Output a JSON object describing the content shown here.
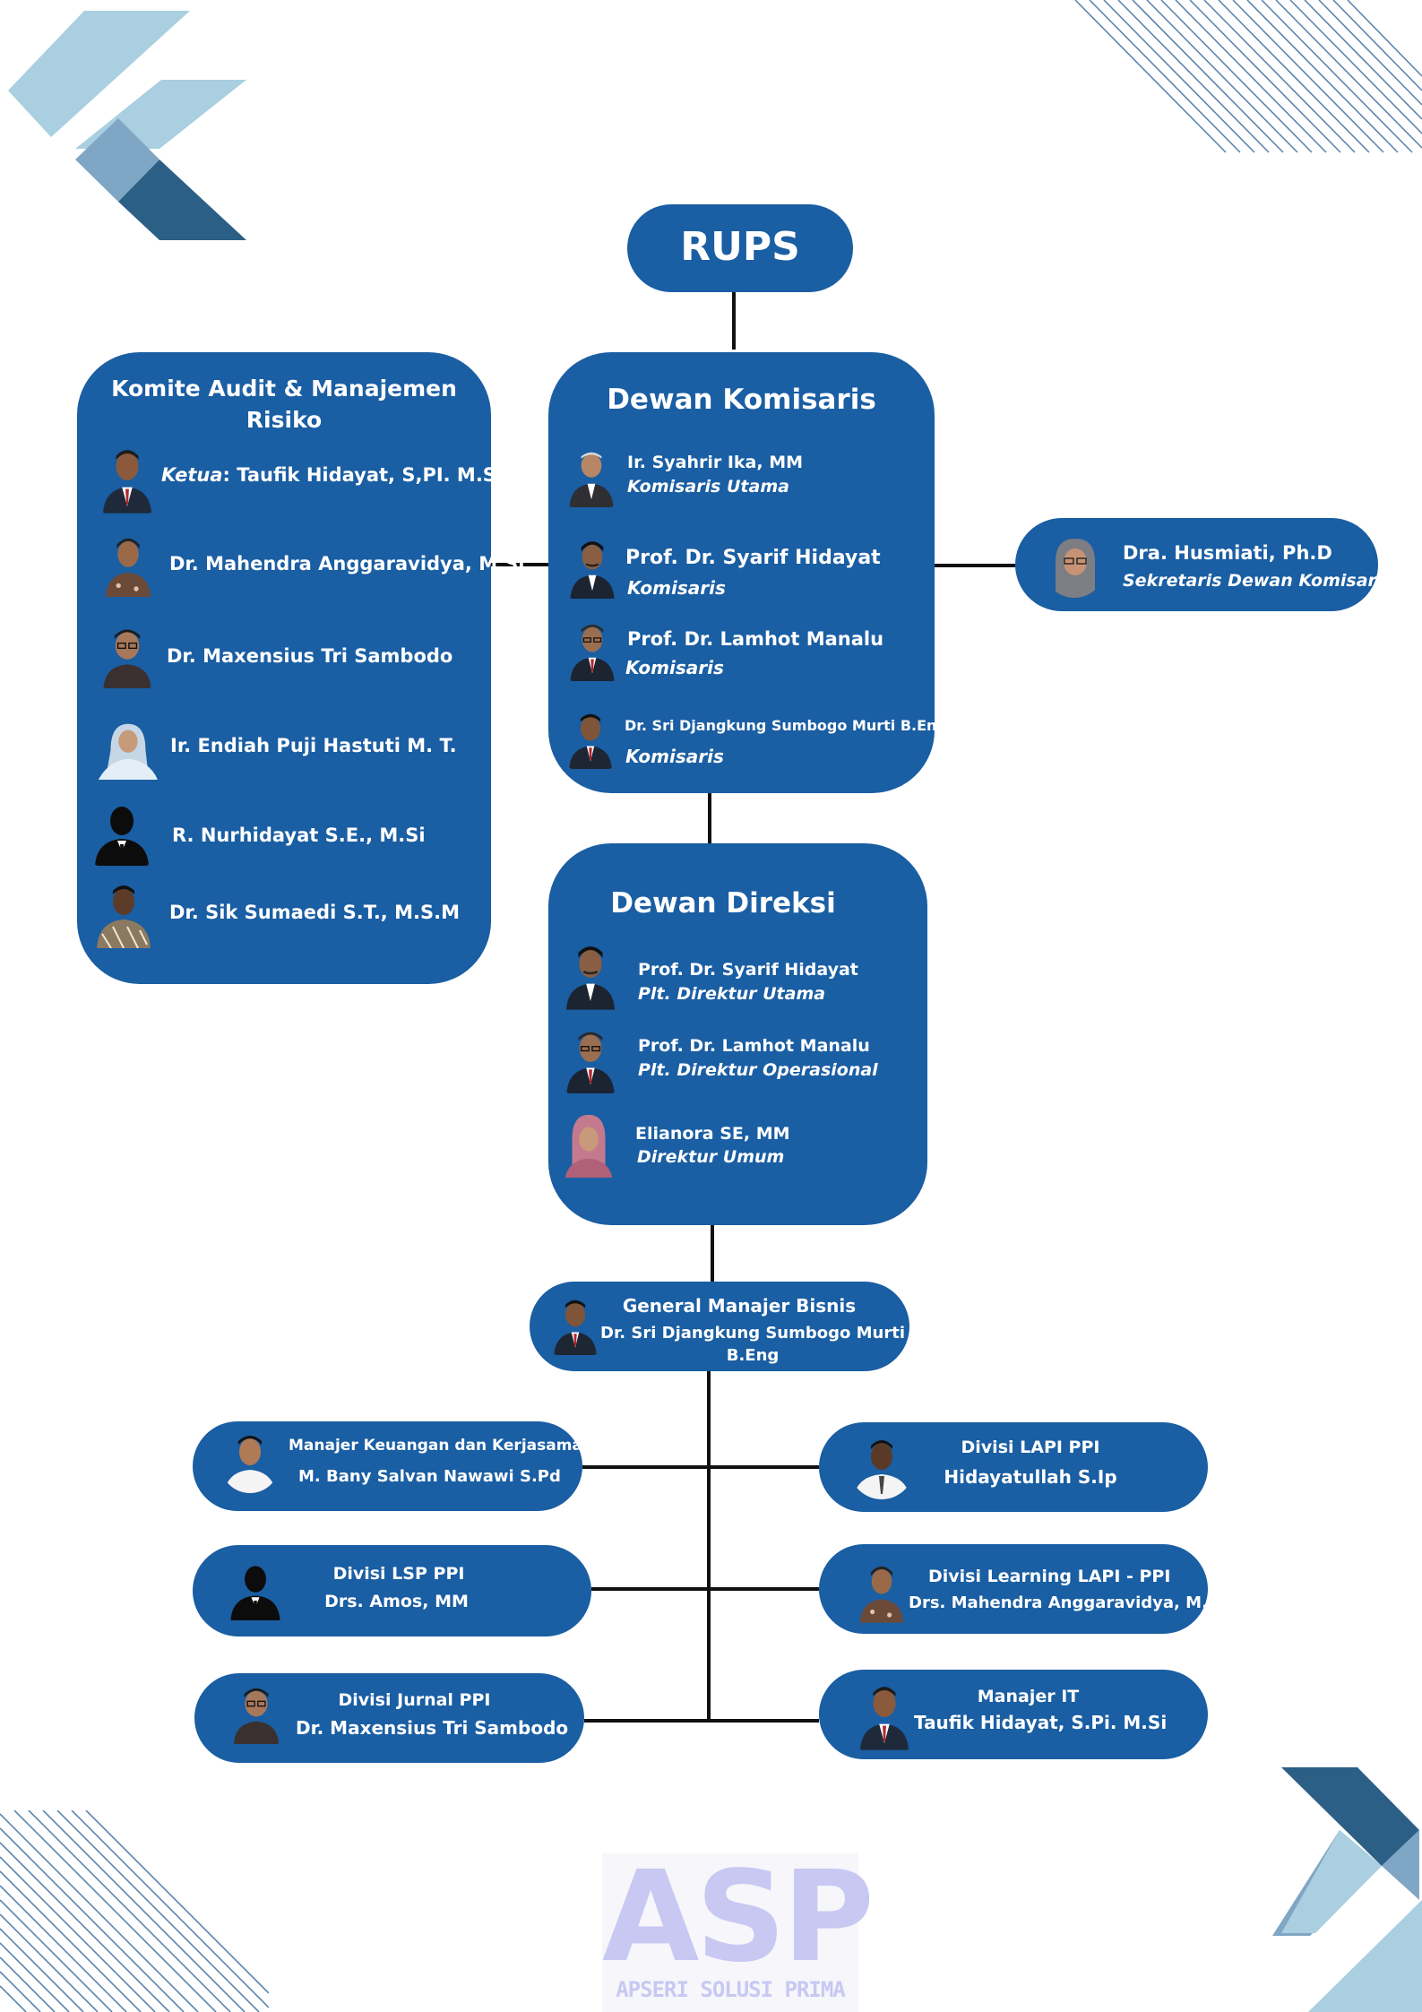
{
  "colors": {
    "panel": "#1a5ea3",
    "connector": "#111111",
    "deco_light": "#a9cfe0",
    "deco_mid": "#7fa6c4",
    "deco_dark": "#2c5f86",
    "logo": "#c8c8f3"
  },
  "rups": {
    "title": "RUPS"
  },
  "komite": {
    "title_line1": "Komite Audit & Manajemen",
    "title_line2": "Risiko",
    "chair_prefix": "Ketua",
    "members": [
      {
        "name": ": Taufik Hidayat, S,PI. M.Si",
        "avatar": "portrait-photo-icon"
      },
      {
        "name": "Dr. Mahendra Anggaravidya, M.Si",
        "avatar": "portrait-photo-icon"
      },
      {
        "name": "Dr. Maxensius Tri Sambodo",
        "avatar": "portrait-photo-icon"
      },
      {
        "name": "Ir. Endiah Puji Hastuti M. T.",
        "avatar": "portrait-photo-icon"
      },
      {
        "name": "R. Nurhidayat S.E., M.Si",
        "avatar": "person-silhouette-icon"
      },
      {
        "name": "Dr. Sik Sumaedi S.T., M.S.M",
        "avatar": "portrait-photo-icon"
      }
    ]
  },
  "komisaris": {
    "title": "Dewan Komisaris",
    "members": [
      {
        "name": "Ir. Syahrir Ika, MM",
        "role": "Komisaris Utama"
      },
      {
        "name": "Prof. Dr. Syarif Hidayat",
        "role": "Komisaris"
      },
      {
        "name": "Prof. Dr. Lamhot Manalu",
        "role": "Komisaris"
      },
      {
        "name": "Dr. Sri Djangkung Sumbogo Murti B.Eng",
        "role": "Komisaris"
      }
    ]
  },
  "sekretaris": {
    "name": "Dra. Husmiati, Ph.D",
    "role": "Sekretaris Dewan Komisaris"
  },
  "direksi": {
    "title": "Dewan Direksi",
    "members": [
      {
        "name": "Prof. Dr. Syarif Hidayat",
        "role": "Plt. Direktur Utama"
      },
      {
        "name": "Prof. Dr. Lamhot Manalu",
        "role": "Plt. Direktur Operasional"
      },
      {
        "name": "Elianora SE, MM",
        "role": "Direktur Umum"
      }
    ]
  },
  "gm": {
    "title": "General Manajer Bisnis",
    "name_line1": "Dr. Sri Djangkung Sumbogo Murti",
    "name_line2": "B.Eng"
  },
  "units": {
    "keuangan": {
      "title": "Manajer Keuangan dan Kerjasama",
      "name": "M. Bany Salvan Nawawi S.Pd"
    },
    "lapi": {
      "title": "Divisi LAPI PPI",
      "name": "Hidayatullah S.Ip"
    },
    "lsp": {
      "title": "Divisi LSP PPI",
      "name": "Drs. Amos, MM"
    },
    "learning": {
      "title": "Divisi Learning LAPI - PPI",
      "name": "Drs. Mahendra Anggaravidya, M.Si"
    },
    "jurnal": {
      "title": "Divisi Jurnal PPI",
      "name": "Dr. Maxensius Tri Sambodo"
    },
    "it": {
      "title": "Manajer IT",
      "name": "Taufik Hidayat, S.Pi. M.Si"
    }
  },
  "logo": {
    "mark": "ASP",
    "company": "APSERI SOLUSI PRIMA"
  }
}
